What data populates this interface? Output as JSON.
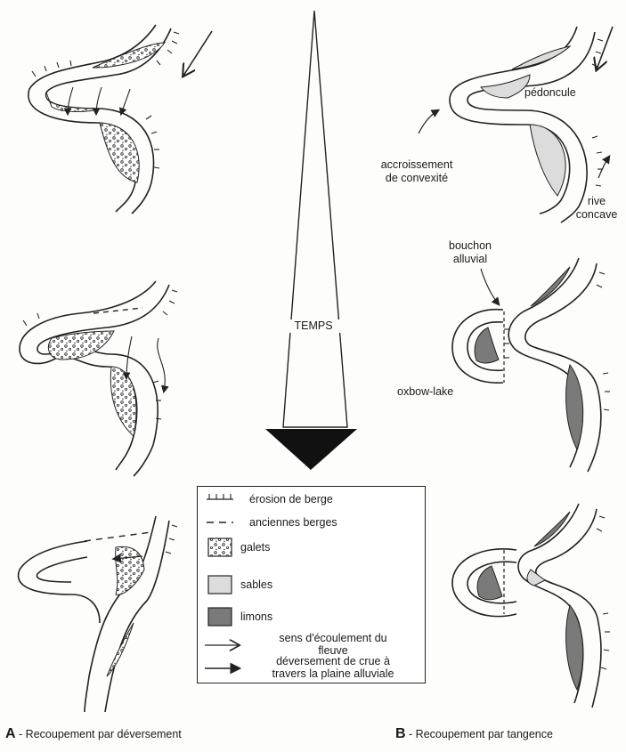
{
  "timeline": {
    "label": "TEMPS"
  },
  "annotations": {
    "pedoncule": "pédoncule",
    "accroissement_1": "accroissement",
    "accroissement_2": "de convexité",
    "rive_1": "rive",
    "rive_2": "concave",
    "bouchon_1": "bouchon",
    "bouchon_2": "alluvial",
    "oxbow": "oxbow-lake"
  },
  "legend": {
    "erosion": "érosion de berge",
    "anciennes": "anciennes berges",
    "galets": "galets",
    "sables": "sables",
    "limons": "limons",
    "sens_1": "sens d'écoulement du",
    "sens_2": "fleuve",
    "deversement_1": "déversement de crue à",
    "deversement_2": "travers la plaine alluviale"
  },
  "captions": {
    "a_letter": "A",
    "a_text": "- Recoupement par déversement",
    "b_letter": "B",
    "b_text": "- Recoupement par tangence"
  },
  "colors": {
    "ink": "#1a1a1a",
    "sables": "#dcdcdc",
    "limons": "#7a7a7a",
    "paper": "#fdfdfb"
  }
}
